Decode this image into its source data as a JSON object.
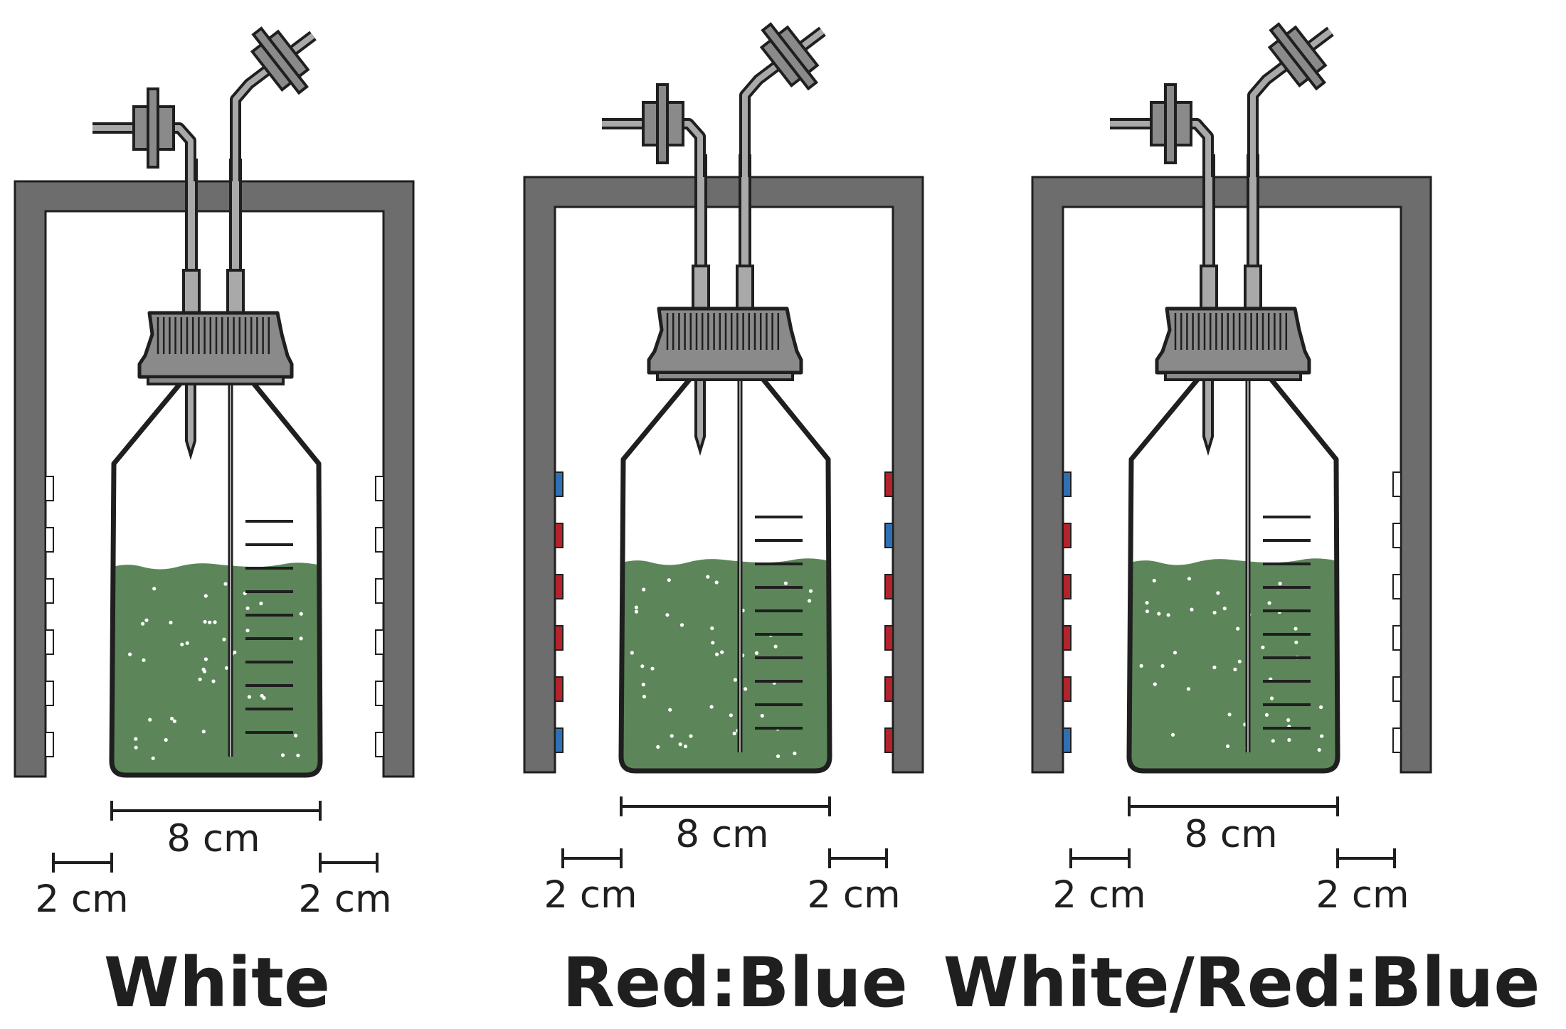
{
  "panels": [
    {
      "caption": "White",
      "width_label": "8 cm",
      "gap_left_label": "2 cm",
      "gap_right_label": "2 cm",
      "left_leds": [
        "white",
        "white",
        "white",
        "white",
        "white",
        "white"
      ],
      "right_leds": [
        "white",
        "white",
        "white",
        "white",
        "white",
        "white"
      ]
    },
    {
      "caption": "Red:Blue",
      "width_label": "8 cm",
      "gap_left_label": "2 cm",
      "gap_right_label": "2 cm",
      "left_leds": [
        "blue",
        "red",
        "red",
        "red",
        "red",
        "blue"
      ],
      "right_leds": [
        "red",
        "blue",
        "red",
        "red",
        "red",
        "red"
      ]
    },
    {
      "caption": "White/Red:Blue",
      "width_label": "8 cm",
      "gap_left_label": "2 cm",
      "gap_right_label": "2 cm",
      "left_leds": [
        "blue",
        "red",
        "red",
        "red",
        "red",
        "blue"
      ],
      "right_leds": [
        "white",
        "white",
        "white",
        "white",
        "white",
        "white"
      ]
    }
  ],
  "colors": {
    "frame": "#6d6d6d",
    "outline": "#1f1f1f",
    "culture": "#5c8659",
    "bubble": "#ffffff",
    "tube": "#a9a9a9",
    "cap": "#8a8a8a",
    "led_white": "#ffffff",
    "led_red": "#b3232b",
    "led_blue": "#2f6fb4"
  }
}
